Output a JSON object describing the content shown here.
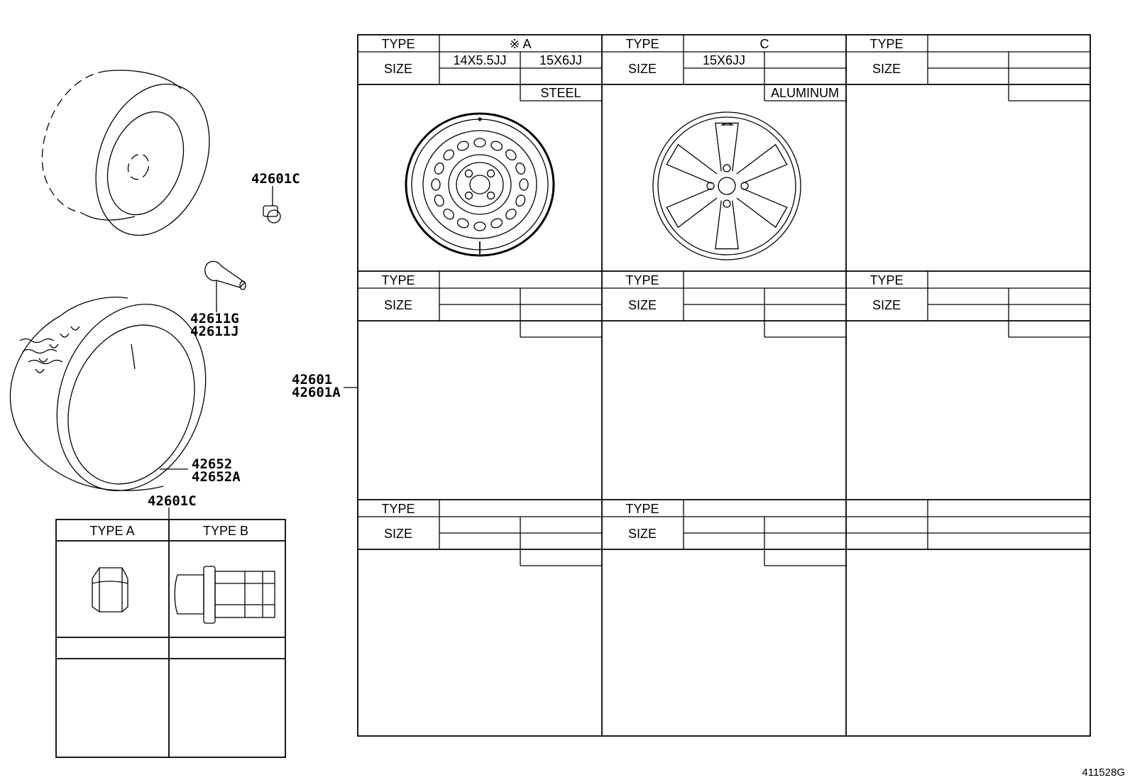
{
  "callouts": {
    "lug_nut_top": "42601C",
    "valve_1": "42611G",
    "valve_2": "42611J",
    "wheel_1": "42601",
    "wheel_2": "42601A",
    "tire_1": "42652",
    "tire_2": "42652A",
    "lug_nut_table": "42601C"
  },
  "nut_table": {
    "type_a": "TYPE A",
    "type_b": "TYPE B"
  },
  "wheel_table": {
    "type_label": "TYPE",
    "size_label": "SIZE",
    "cells": [
      {
        "type_value": "※ A",
        "sizes": [
          "14X5.5JJ",
          "15X6JJ"
        ],
        "material": "STEEL"
      },
      {
        "type_value": "C",
        "sizes": [
          "15X6JJ",
          ""
        ],
        "material": "ALUMINUM"
      },
      {
        "type_value": "",
        "sizes": [
          "",
          ""
        ],
        "material": ""
      },
      {
        "type_value": "",
        "sizes": [
          "",
          ""
        ],
        "material": ""
      },
      {
        "type_value": "",
        "sizes": [
          "",
          ""
        ],
        "material": ""
      },
      {
        "type_value": "",
        "sizes": [
          "",
          ""
        ],
        "material": ""
      },
      {
        "type_value": "",
        "sizes": [
          "",
          ""
        ],
        "material": ""
      },
      {
        "type_value": "",
        "sizes": [
          "",
          ""
        ],
        "material": ""
      }
    ]
  },
  "illustration_id": "411528G"
}
